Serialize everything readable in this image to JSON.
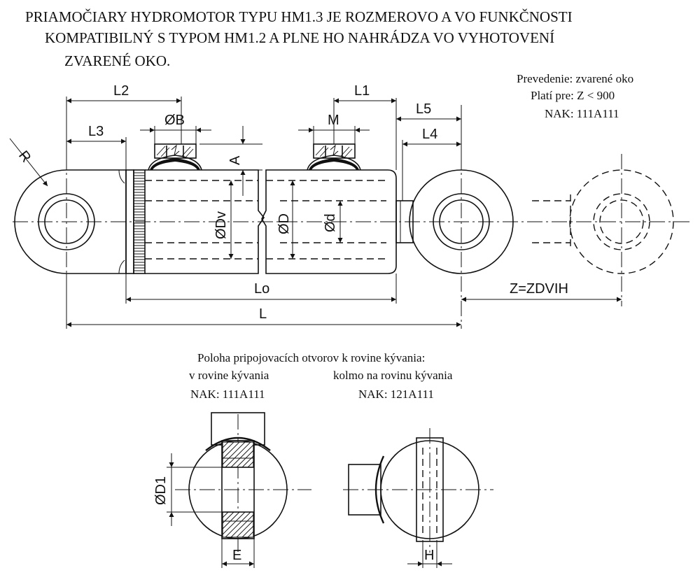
{
  "title": {
    "line1": "PRIAMOČIARY HYDROMOTOR TYPU HM1.3 JE ROZMEROVO A VO FUNKČNOSTI",
    "line2": "KOMPATIBILNÝ S TYPOM  HM1.2 A PLNE HO NAHRÁDZA VO VYHOTOVENÍ",
    "line3": "ZVARENÉ OKO."
  },
  "info": {
    "line1": "Prevedenie: zvarené oko",
    "line2": "Platí pre: Z < 900",
    "line3": "NAK: 111A111"
  },
  "dims": {
    "L2": "L2",
    "L3": "L3",
    "B": "ØB",
    "A": "A",
    "M": "M",
    "L1": "L1",
    "L5": "L5",
    "L4": "L4",
    "R": "R",
    "Dv": "ØDv",
    "D": "ØD",
    "d": "Ød",
    "Lo": "Lo",
    "L": "L",
    "Z": "Z=ZDVIH",
    "D1": "ØD1",
    "E": "E",
    "H": "H"
  },
  "bottom": {
    "heading": "Poloha pripojovacích otvorov k rovine kývania:",
    "left_label": "v rovine kývania",
    "left_code": "NAK: 111A111",
    "right_label": "kolmo na rovinu kývania",
    "right_code": "NAK: 121A111"
  }
}
